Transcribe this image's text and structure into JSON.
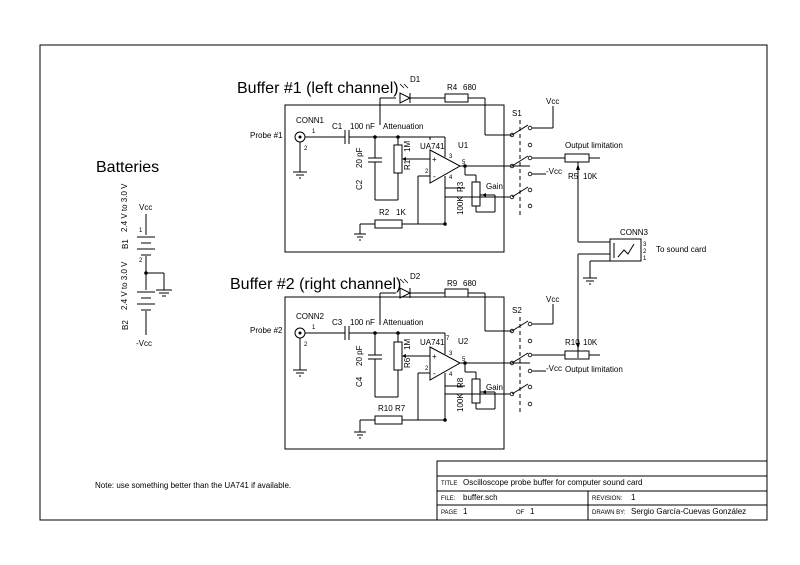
{
  "batteries": {
    "title": "Batteries",
    "vcc": "Vcc",
    "b1": "B1",
    "b2": "B2",
    "b1_range": "2.4 V to 3.0 V",
    "b2_range": "2.4 V to 3.0 V",
    "neg_vcc": "-Vcc",
    "pin1": "1",
    "pin2": "2"
  },
  "buffer1": {
    "title": "Buffer #1 (left channel)",
    "probe": "Probe #1",
    "conn": "CONN1",
    "cap": "C1",
    "cap_value": "100 nF",
    "attenuation": "Attenuation",
    "opamp_model": "UA741",
    "opamp_ref": "U1",
    "diode": "D1",
    "res_top": "R4",
    "res_top_value": "680",
    "switch": "S1",
    "vcc": "Vcc",
    "neg_vcc": "-Vcc",
    "c2": "C2",
    "c2_value": "20 pF",
    "r1": "R1",
    "r1_value": "1M",
    "r3": "R3",
    "r3_value": "100K",
    "gain": "Gain",
    "r2": "R2",
    "r2_value": "1K",
    "output_limitation": "Output limitation",
    "r5": "R5",
    "r5_value": "10K"
  },
  "buffer2": {
    "title": "Buffer #2 (right channel)",
    "probe": "Probe #2",
    "conn": "CONN2",
    "cap": "C3",
    "cap_value": "100 nF",
    "attenuation": "Attenuation",
    "opamp_model": "UA741",
    "opamp_ref": "U2",
    "diode": "D2",
    "res_top": "R9",
    "res_top_value": "680",
    "switch": "S2",
    "vcc": "Vcc",
    "neg_vcc": "-Vcc",
    "c4": "C4",
    "c4_value": "20 pF",
    "r6": "R6",
    "r6_value": "1M",
    "r8": "R8",
    "r8_value": "100K",
    "gain": "Gain",
    "r10": "R10",
    "r7": "R7",
    "output_limitation": "Output limitation",
    "r10b": "R10",
    "r10b_value": "10K"
  },
  "conn3": {
    "label": "CONN3",
    "to_sound_card": "To sound card",
    "pins": [
      "3",
      "2",
      "1"
    ]
  },
  "pins": {
    "p1": "1",
    "p2": "2",
    "plus": "+",
    "minus": "-",
    "n2": "2",
    "n3": "3",
    "n4": "4",
    "n5": "5",
    "n7": "7"
  },
  "note": "Note: use something better than the UA741 if available.",
  "title_block": {
    "title_label": "TITLE",
    "title": "Oscilloscope probe buffer for computer sound card",
    "file_label": "FILE:",
    "file": "buffer.sch",
    "revision_label": "REVISION:",
    "revision": "1",
    "page_label": "PAGE",
    "page": "1",
    "of_label": "OF",
    "of": "1",
    "drawn_label": "DRAWN BY:",
    "drawn_by": "Sergio García-Cuevas González"
  }
}
